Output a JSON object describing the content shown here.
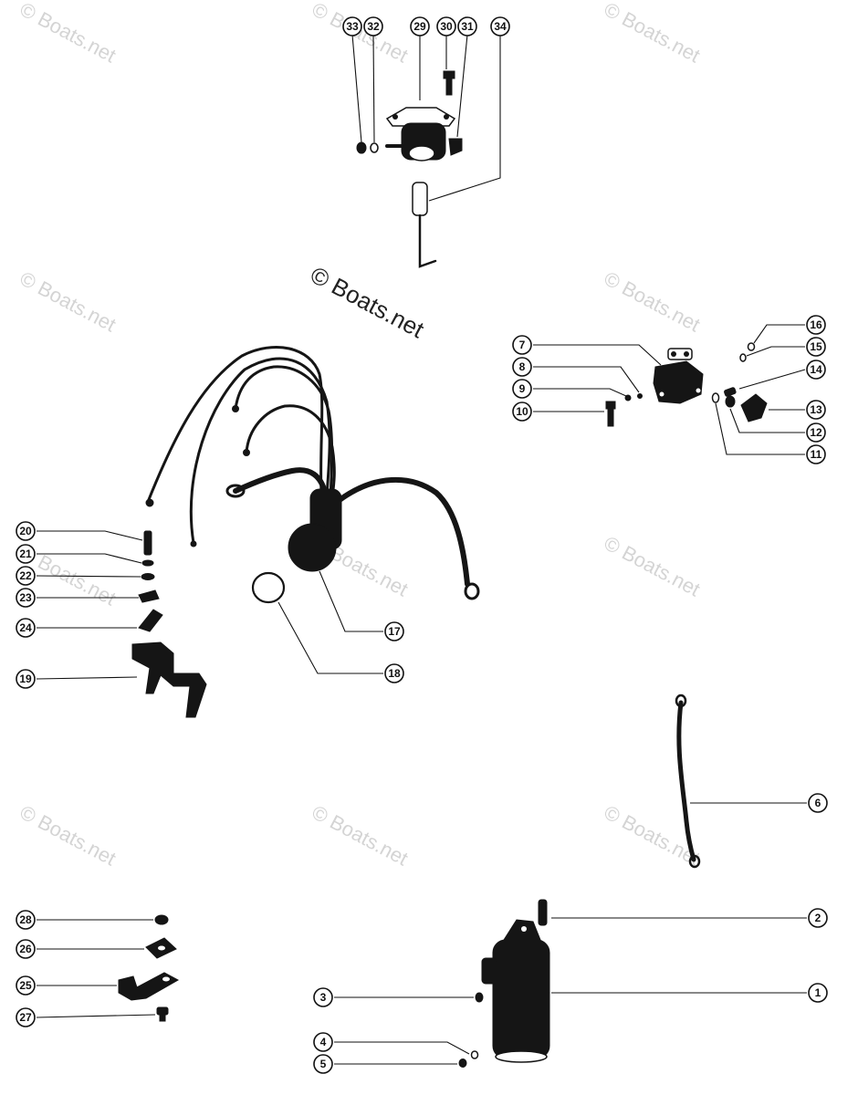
{
  "watermark": "© Boats.net",
  "colors": {
    "ink": "#151515",
    "watermark": "#d4d4d4",
    "background": "#ffffff"
  },
  "callouts": [
    "1",
    "2",
    "3",
    "4",
    "5",
    "6",
    "7",
    "8",
    "9",
    "10",
    "11",
    "12",
    "13",
    "14",
    "15",
    "16",
    "17",
    "18",
    "19",
    "20",
    "21",
    "22",
    "23",
    "24",
    "25",
    "26",
    "27",
    "28",
    "29",
    "30",
    "31",
    "32",
    "33",
    "34"
  ]
}
